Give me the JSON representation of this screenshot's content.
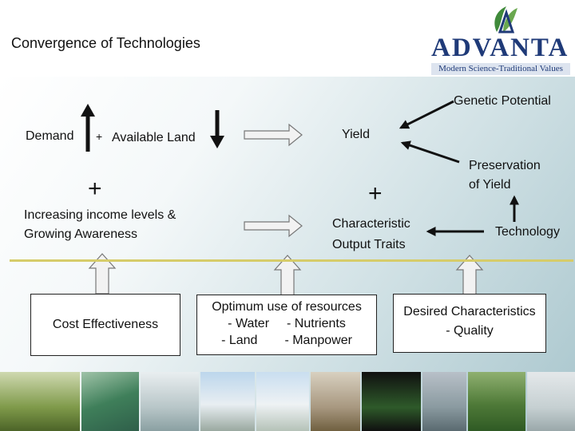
{
  "header": {
    "title": "Convergence of Technologies",
    "logo_text": "ADVANTA",
    "logo_tagline": "Modern Science-Traditional Values"
  },
  "diagram": {
    "demand": "Demand",
    "plus_available": "+",
    "available_land": "Available Land",
    "yield": "Yield",
    "genetic_potential": "Genetic Potential",
    "preservation": [
      "Preservation",
      "of Yield"
    ],
    "plus1": "+",
    "plus2": "+",
    "income": [
      "Increasing income levels &",
      "Growing Awareness"
    ],
    "characteristic": [
      "Characteristic",
      "Output Traits"
    ],
    "technology": "Technology",
    "cost_effectiveness": "Cost Effectiveness",
    "optimum": {
      "title": "Optimum use of resources",
      "row1": [
        "- Water",
        "- Nutrients"
      ],
      "row2": [
        "- Land",
        "- Manpower"
      ]
    },
    "desired": [
      "Desired Characteristics",
      "- Quality"
    ]
  },
  "colors": {
    "logo_blue": "#1f3a78",
    "logo_green": "#3f8a3a",
    "divider": "#d6cc6a",
    "arrow_fill": "#f2f2f2"
  }
}
